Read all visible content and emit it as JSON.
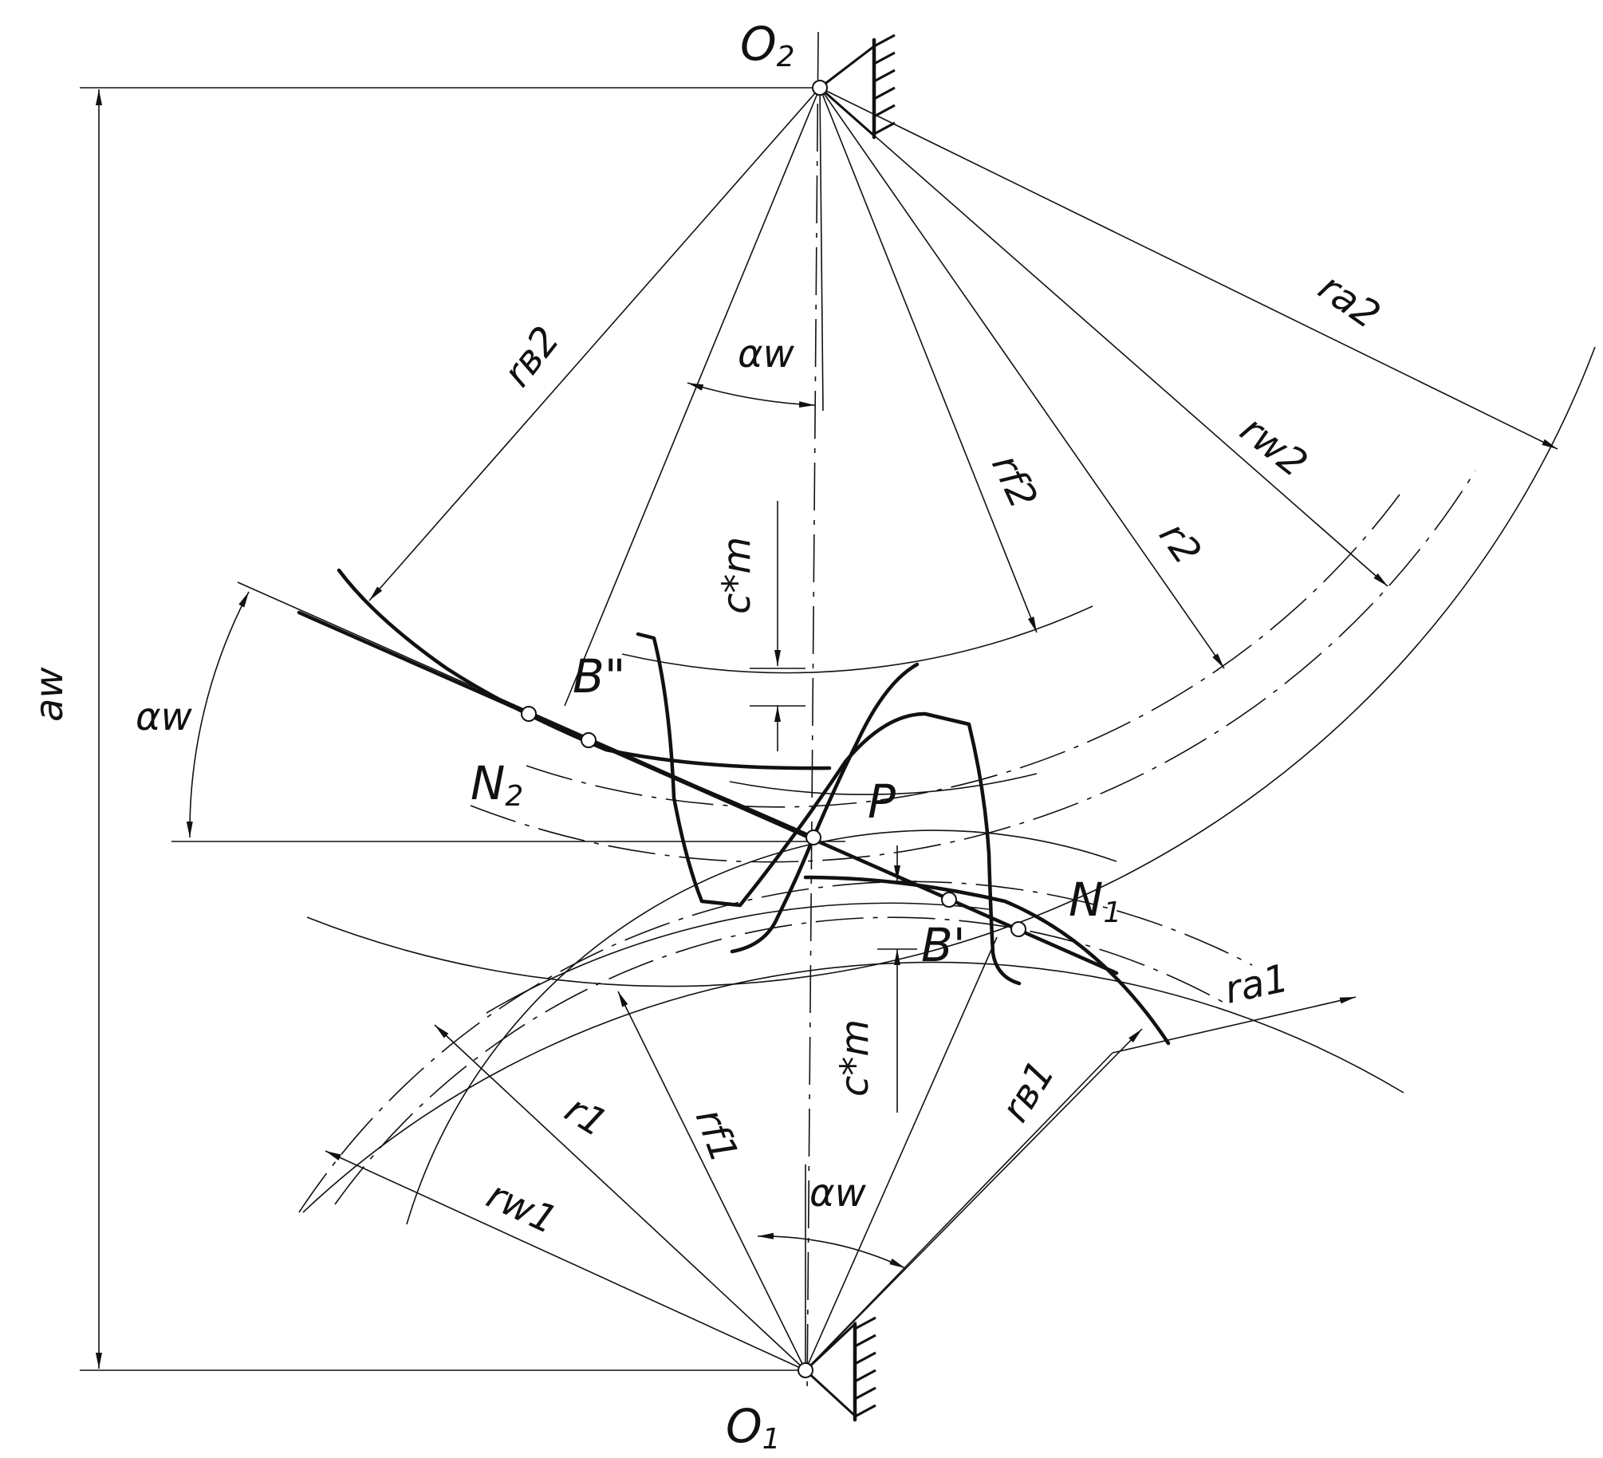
{
  "labels": {
    "o2": "O",
    "o2_sub": "2",
    "o1": "O",
    "o1_sub": "1",
    "aw_dim": "aw",
    "alpha_w_top": "αw",
    "alpha_w_left": "αw",
    "alpha_w_bottom": "αw",
    "rb2": "rв2",
    "ra2": "ra2",
    "rw2": "rw2",
    "rf2": "rf2",
    "r2": "r2",
    "cm_top": "c*m",
    "cm_bottom": "c*m",
    "b_double": "B\"",
    "n2": "N",
    "n2_sub": "2",
    "p": "P",
    "n1": "N",
    "n1_sub": "1",
    "b_single": "B'",
    "ra1": "ra1",
    "rb1": "rв1",
    "r1": "r1",
    "rf1": "rf1",
    "rw1": "rw1"
  }
}
